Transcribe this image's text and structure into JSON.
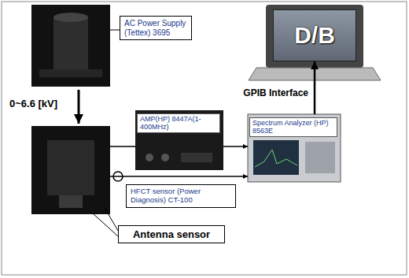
{
  "diagram": {
    "nodes": [
      {
        "text": [
          "AC Power Supply (Tettex) 3695"
        ]
      },
      {
        "text": [
          "D/B"
        ]
      },
      {
        "text": [
          "AMP(HP) 8447A(1-400MHz)"
        ]
      },
      {
        "text": [
          "Spectrum Analyzer (HP) 8563E"
        ]
      },
      {
        "text": [
          "HFCT sensor (Power Diagnosis) CT-100"
        ]
      },
      {
        "text": [
          "Antenna sensor"
        ]
      }
    ],
    "edges": [
      {
        "from": 2,
        "to": 3,
        "arrow": "to"
      },
      {
        "from": 3,
        "to": 1,
        "label": "GPIB Interface",
        "arrow": "to"
      }
    ],
    "labels": [
      "0~6.6 [kV]"
    ]
  }
}
